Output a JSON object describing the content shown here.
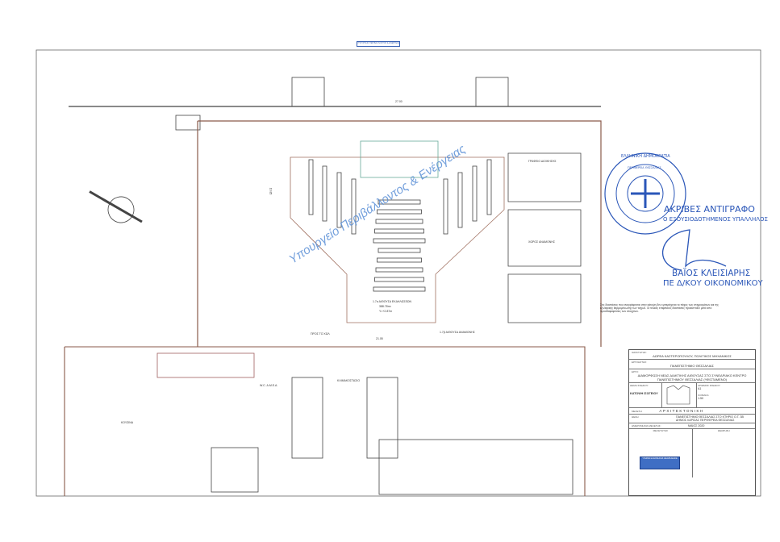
{
  "header_stamp": "ΥΠΟΥΡΓΕΙΟ ΠΕΡΙΒΑΛΛΟΝΤΟΣ & ΕΝΕΡΓΕΙΑΣ",
  "watermark": "Υπουργείο Περιβάλλοντος & Ενέργειας",
  "dimensions": {
    "top": "27.00",
    "bottom": "21.05",
    "vertical": "19.85"
  },
  "rooms": {
    "hall": "1.7α ΑΙΘΟΥΣΑ ΕΚΔΗΛΩΣΕΩΝ",
    "hall_area": "388.78m²",
    "hall_height": "Υ=+2.87m",
    "office1": "ΓΡΑΦΕΙΟ ΔΙΟΙΚΗΣΗΣ",
    "office2": "ΧΩΡΟΣ ΑΝΑΜΟΝΗΣ",
    "lobby": "ΠΡΟΣ ΤΟ ΧΩΛ",
    "kitchen": "ΚΟΥΖΙΝΑ",
    "wc": "W.C. Α.Μ.Ε.Α.",
    "stairs": "ΚΛΙΜΑΚΟΣΤΑΣΙΟ",
    "hall_b": "1.7β ΑΙΘΟΥΣΑ ΑΝΑΜΟΝΗΣ"
  },
  "copy_stamp": {
    "seal_ring": "ΕΛΛΗΝΙΚΗ ΔΗΜΟΚΡΑΤΙΑ",
    "seal_inner": "ΠΕΡΙΦΕΡΕΙΑ ΘΕΣΣΑΛΙΑΣ",
    "title": "ΑΚΡΙΒΕΣ ΑΝΤΙΓΡΑΦΟ",
    "subtitle": "Ο ΕΞΟΥΣΙΟΔΟΤΗΜΕΝΟΣ ΥΠΑΛΛΗΛΟΣ",
    "name": "ΒΑΪΟΣ ΚΛΕΙΣΙΑΡΗΣ",
    "role": "ΠΕ Δ/ΚΟΥ ΟΙΚΟΝΟΜΙΚΟΥ"
  },
  "note": "Στις διαστάσεις που αναγράφονται στην κάτοψη δεν εμπεριέχεται το πάχος των επιχρισμάτων και της εξωτερικής θερμομόνωσης των τοίχων. Οι τελικές επιφάνειες διαστάσεις προκύπτουν μετά από προσθαφαιρέσεις των στοιχείων.",
  "title_block": {
    "owner_label": "ΙΔΙΟΚΤΗΤΗΣ:",
    "owner": "ΔΩΡΕΑ ΚΑΣΤΕΡΟΠΟΥΛΟΥ, ΠΟΛΙΤΙΚΟΣ ΜΗΧΑΝΙΚΟΣ",
    "client_label": "ΕΡΓΟΔΟΤΗΣ:",
    "client": "ΠΑΝΕΠΙΣΤΗΜΙΟ ΘΕΣΣΑΛΙΑΣ",
    "project_label": "ΕΡΓΟ:",
    "project": "ΔΙΑΜΟΡΦΩΣΗ ΝΕΑΣ ΔΙΑΚΤΙΚΗΣ ΑΙΘΟΥΣΑΣ ΣΤΟ ΣΥΝΕΔΡΙΑΚΟ ΚΕΝΤΡΟ ΠΑΝΕΠΙΣΤΗΜΙΟΥ ΘΕΣΣΑΛΙΑΣ (ΥΦΙΣΤΑΜΕΝΟ)",
    "drawing_label": "ΘΕΜΑ ΣΧΕΔΙΟΥ:",
    "drawing": "ΚΑΤΟΨΗ ΙΣΟΓΕΙΟΥ",
    "sheet_label": "ΑΡΙΘΜΟΣ ΣΧΕΔΙΟΥ:",
    "sheet": "Α1",
    "scale_label": "ΚΛΙΜΑΚΑ:",
    "scale": "1:50",
    "discipline_label": "ΜΕΛΕΤΗ:",
    "discipline": "ΑΡΧΙΤΕΚΤΟΝΙΚΗ",
    "location_label": "ΘΕΣΗ:",
    "location": "ΠΑΝΕΠΙΣΤΗΜΙΟ ΘΕΣΣΑΛΙΑΣ ΣΤΟ ΚΤΗΡΙΟ Ο.Τ. 3Β ΔΗΜΟΣ ΛΑΡΙΣΑΣ ΠΕΡΙΦΕΡΕΙΑ ΘΕΣΣΑΛΙΑΣ",
    "date_label": "ΗΜΕΡΟΜΗΝΙΑ ΜΕΛΕΤΗΣ:",
    "date": "ΜΑΙΟΣ 2020",
    "designer_label": "ΜΕΛΕΤΗΤΗΣ",
    "approval_label": "ΘΕΩΡΗΣΗ",
    "blue_stamp": "ΥΠΗΡΕΣΙΑ ΔΟΜΗΣΗΣ ΘΕΩΡΗΘΗΚΕ"
  }
}
